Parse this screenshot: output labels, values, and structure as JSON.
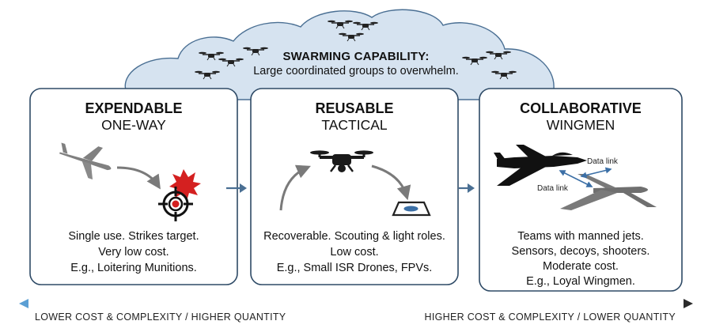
{
  "cloud": {
    "title": "SWARMING CAPABILITY:",
    "subtitle": "Large coordinated groups to overwhelm."
  },
  "cards": [
    {
      "title": "EXPENDABLE",
      "subtitle": "ONE-WAY",
      "lines": [
        "Single use. Strikes target.",
        "Very low cost.",
        "E.g., Loitering Munitions."
      ]
    },
    {
      "title": "REUSABLE",
      "subtitle": "TACTICAL",
      "lines": [
        "Recoverable. Scouting & light roles.",
        "Low cost.",
        "E.g., Small ISR Drones, FPVs."
      ]
    },
    {
      "title": "COLLABORATIVE",
      "subtitle": "WINGMEN",
      "lines": [
        "Teams with manned jets.",
        "Sensors, decoys, shooters.",
        "Moderate cost.",
        "E.g., Loyal Wingmen."
      ],
      "data_link_label": "Data link"
    }
  ],
  "axis": {
    "left_label": "LOWER COST & COMPLEXITY / HIGHER QUANTITY",
    "right_label": "HIGHER COST & COMPLEXITY / LOWER QUANTITY"
  },
  "colors": {
    "cloud_fill": "#d6e3f0",
    "card_border": "#2e4a66",
    "arrow_blue": "#4a6f93",
    "axis_left": "#5b9fd4",
    "axis_right": "#2b2b2b",
    "target_red": "#d42020",
    "icon_gray": "#808080"
  },
  "icons": [
    "quadcopter-icon",
    "plane-icon",
    "target-icon",
    "explosion-icon",
    "landing-pad-icon",
    "fighter-jet-icon",
    "loyal-wingman-icon"
  ]
}
